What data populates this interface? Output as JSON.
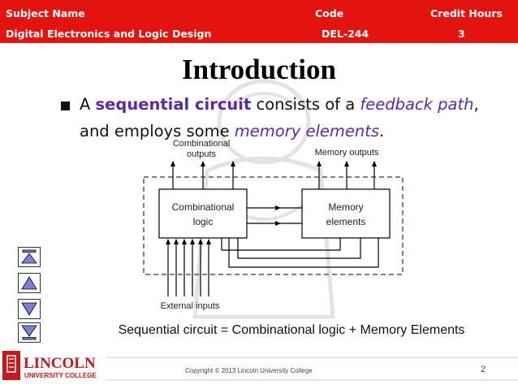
{
  "header": {
    "subject_label": "Subject Name",
    "code_label": "Code",
    "credit_label": "Credit Hours",
    "subject_value": "Digital Electronics and Logic Design",
    "code_value": "DEL-244",
    "credit_value": "3"
  },
  "slide": {
    "title": "Introduction",
    "bullet": {
      "part1": "A ",
      "kw1": "sequential circuit",
      "part2": " consists of a ",
      "it1": "feedback path",
      "part3": ", and employs some ",
      "it2": "memory elements",
      "part4": "."
    },
    "caption": "Sequential circuit = Combinational logic + Memory Elements"
  },
  "diagram": {
    "comb_outputs_line1": "Combinational",
    "comb_outputs_line2": "outputs",
    "memory_outputs": "Memory outputs",
    "comb_logic_line1": "Combinational",
    "comb_logic_line2": "logic",
    "memory_line1": "Memory",
    "memory_line2": "elements",
    "external_inputs": "External inputs"
  },
  "footer": {
    "logo_text_top": "LINCOLN",
    "logo_text_bottom": "UNIVERSITY COLLEGE",
    "copyright": "Copyright © 2013 Lincoln University College",
    "page_number": "2"
  },
  "colors": {
    "header_bg": "#e3140f",
    "keyword": "#5b2aa6",
    "logo_red": "#c8181e",
    "nav_fill": "#7d80d8"
  },
  "icons": [
    "first-slide-icon",
    "previous-slide-icon",
    "next-slide-icon",
    "last-slide-icon"
  ]
}
